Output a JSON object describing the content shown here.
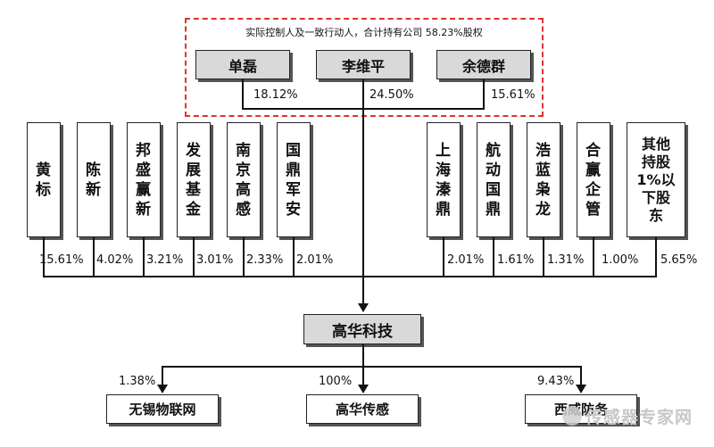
{
  "controller_group": {
    "note": "实际控制人及一致行动人，合计持有公司 58.23%股权",
    "persons": [
      {
        "name": "单磊",
        "share": "18.12%"
      },
      {
        "name": "李维平",
        "share": "24.50%"
      },
      {
        "name": "余德群",
        "share": "15.61%"
      }
    ]
  },
  "left_holders": [
    {
      "name": "黄标",
      "share": "15.61%"
    },
    {
      "name": "陈新",
      "share": "4.02%"
    },
    {
      "name": "邦盛赢新",
      "share": "3.21%"
    },
    {
      "name": "发展基金",
      "share": "3.01%"
    },
    {
      "name": "南京高感",
      "share": "2.33%"
    },
    {
      "name": "国鼎军安",
      "share": "2.01%"
    }
  ],
  "right_holders": [
    {
      "name": "上海溱鼎",
      "share": "2.01%"
    },
    {
      "name": "航动国鼎",
      "share": "1.61%"
    },
    {
      "name": "浩蓝枭龙",
      "share": "1.31%"
    },
    {
      "name": "合赢企管",
      "share": "1.00%"
    },
    {
      "name": "其他持股1%以下股东",
      "share": "5.65%"
    }
  ],
  "company": {
    "name": "高华科技"
  },
  "subsidiaries": [
    {
      "name": "无锡物联网",
      "share": "1.38%"
    },
    {
      "name": "高华传感",
      "share": "100%"
    },
    {
      "name": "西威防务",
      "share": "9.43%"
    }
  ],
  "watermark": "传感器专家网"
}
